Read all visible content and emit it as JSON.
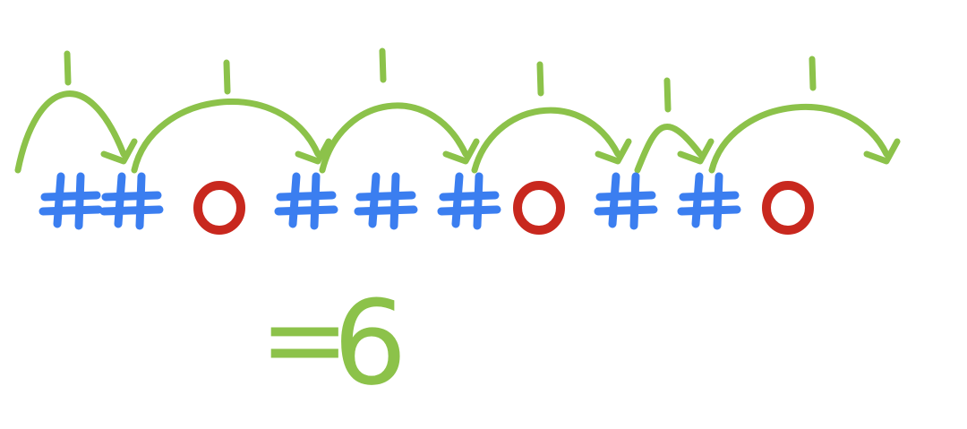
{
  "colors": {
    "hash": "#3b7ef0",
    "circle": "#c8281e",
    "annotation": "#8cc24a",
    "background": "#ffffff"
  },
  "sequence": [
    "#",
    "#",
    "o",
    "#",
    "#",
    "#",
    "o",
    "#",
    "#",
    "o"
  ],
  "tick_marks": [
    "1",
    "1",
    "1",
    "1",
    "1",
    "1"
  ],
  "result": {
    "equals": "=",
    "value": "6"
  },
  "icons": {
    "hash": "hash-icon",
    "circle": "circle-icon",
    "arc_arrow": "curved-arrow-icon",
    "tick": "tally-mark-icon"
  }
}
